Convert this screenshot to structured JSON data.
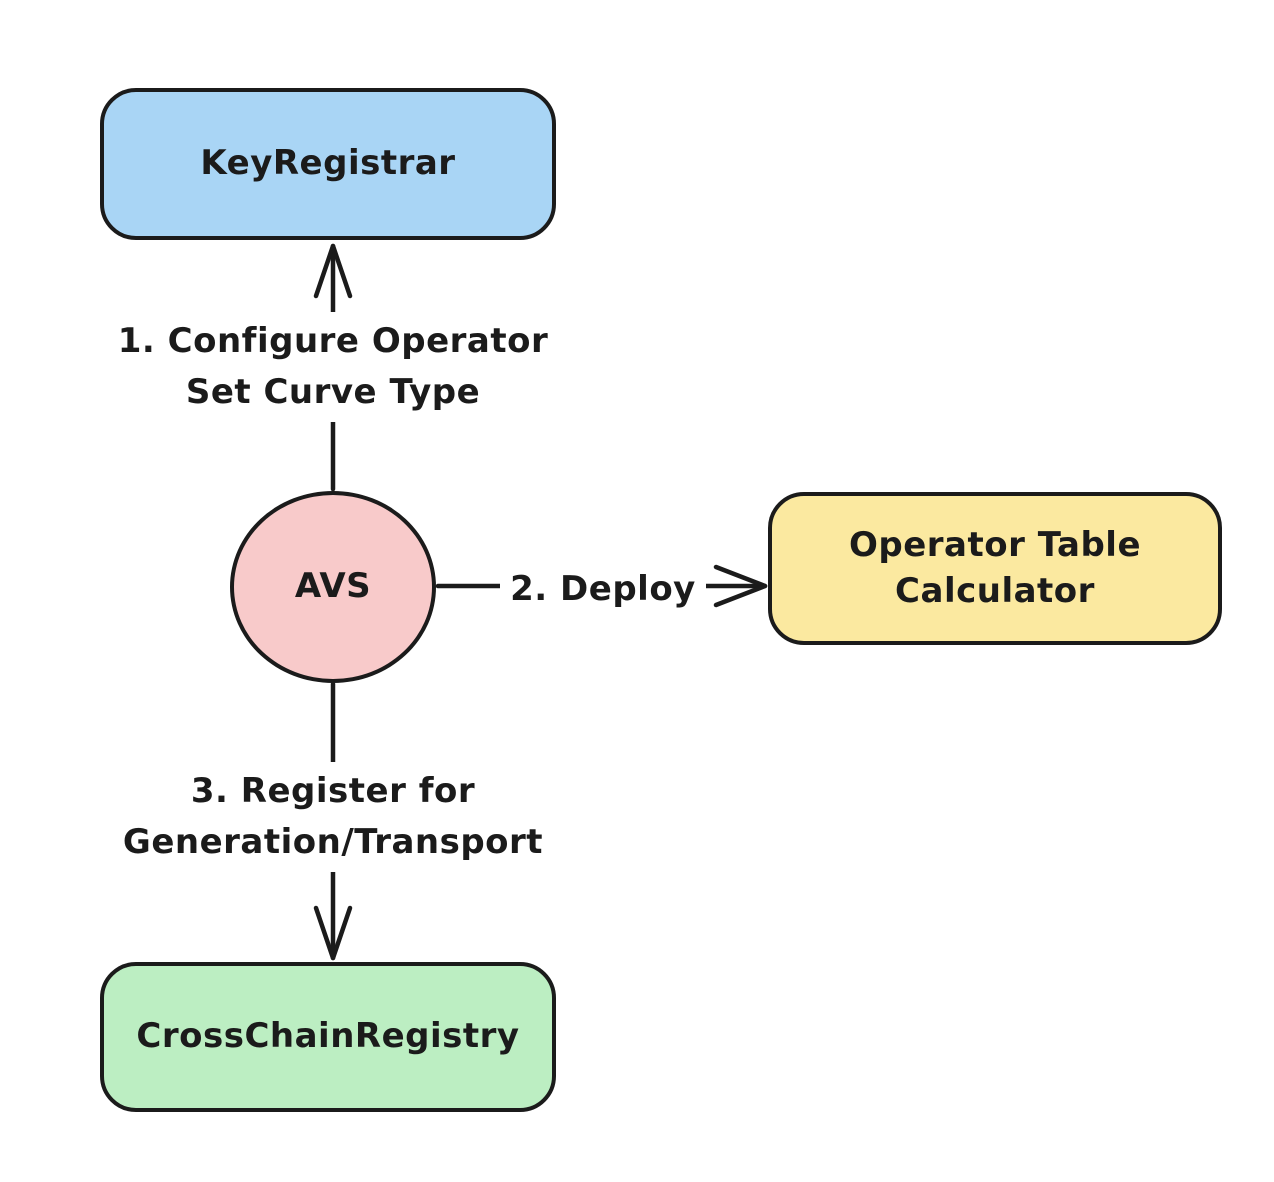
{
  "diagram": {
    "colors": {
      "background": "#ffffff",
      "stroke": "#1b1b1b",
      "node_blue": "#a9d5f5",
      "node_pink": "#f8caca",
      "node_yellow": "#fbe9a0",
      "node_green": "#bceec2"
    },
    "nodes": {
      "key_registrar": {
        "label": "KeyRegistrar",
        "shape": "rounded-rect",
        "fill": "#a9d5f5"
      },
      "avs": {
        "label": "AVS",
        "shape": "circle",
        "fill": "#f8caca"
      },
      "operator_table_calculator": {
        "label": "Operator Table\nCalculator",
        "shape": "rounded-rect",
        "fill": "#fbe9a0"
      },
      "cross_chain_registry": {
        "label": "CrossChainRegistry",
        "shape": "rounded-rect",
        "fill": "#bceec2"
      }
    },
    "edges": {
      "configure": {
        "label": "1. Configure Operator\nSet Curve Type",
        "from": "AVS",
        "to": "KeyRegistrar",
        "direction": "up"
      },
      "deploy": {
        "label": "2. Deploy",
        "from": "AVS",
        "to": "Operator Table Calculator",
        "direction": "right"
      },
      "register": {
        "label": "3. Register for\nGeneration/Transport",
        "from": "AVS",
        "to": "CrossChainRegistry",
        "direction": "down"
      }
    }
  }
}
